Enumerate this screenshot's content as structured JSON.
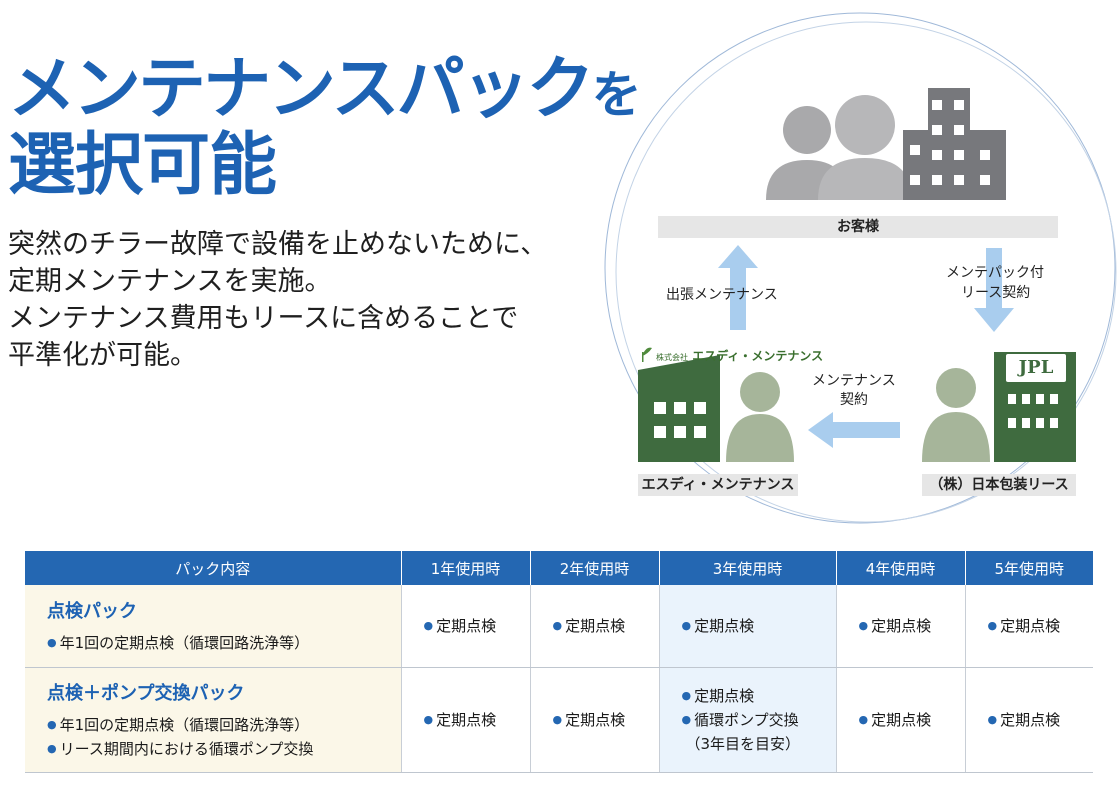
{
  "headline": {
    "line1_main": "メンテナンスパック",
    "line1_suffix": "を",
    "line2": "選択可能"
  },
  "lead": [
    "突然のチラー故障で設備を止めないために、",
    "定期メンテナンスを実施。",
    "メンテナンス費用もリースに含めることで",
    "平準化が可能。"
  ],
  "diagram": {
    "customer_label": "お客様",
    "arrow_left_label": "出張メンテナンス",
    "arrow_right_label_1": "メンテパック付",
    "arrow_right_label_2": "リース契約",
    "arrow_middle_label_1": "メンテナンス",
    "arrow_middle_label_2": "契約",
    "maint_company_logo_prefix": "株式会社",
    "maint_company_logo_name": "エスディ・メンテナンス",
    "maint_company_label": "エスディ・メンテナンス",
    "lease_company_label": "（株）日本包装リース",
    "lease_company_sign": "JPL"
  },
  "table": {
    "headers": [
      "パック内容",
      "1年使用時",
      "2年使用時",
      "3年使用時",
      "4年使用時",
      "5年使用時"
    ],
    "rows": [
      {
        "title": "点検パック",
        "details": [
          "年1回の定期点検（循環回路洗浄等）"
        ],
        "y1": "定期点検",
        "y2": "定期点検",
        "y3_lines": [
          "定期点検"
        ],
        "y4": "定期点検",
        "y5": "定期点検"
      },
      {
        "title": "点検＋ポンプ交換パック",
        "details": [
          "年1回の定期点検（循環回路洗浄等）",
          "リース期間内における循環ポンプ交換"
        ],
        "y1": "定期点検",
        "y2": "定期点検",
        "y3_lines": [
          "定期点検",
          "循環ポンプ交換",
          "（3年目を目安）"
        ],
        "y4": "定期点検",
        "y5": "定期点検"
      }
    ]
  },
  "colors": {
    "brand_blue": "#1d62b3",
    "header_blue": "#2467b2",
    "green_building": "#3f6b3f",
    "gray_building": "#77787c",
    "arrow_blue": "#a9cdee"
  }
}
